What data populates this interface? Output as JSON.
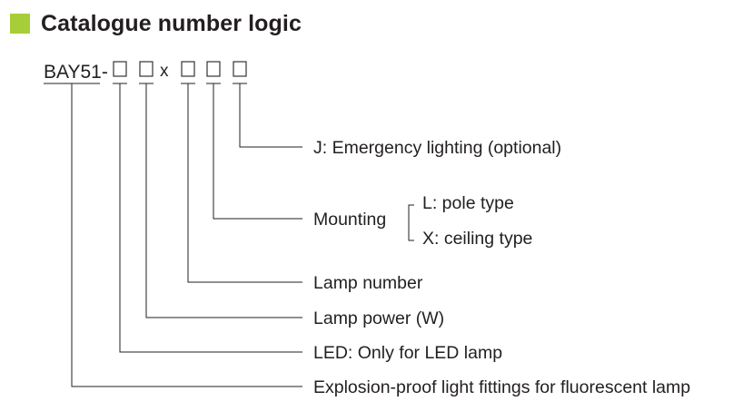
{
  "title": "Catalogue number logic",
  "accent_color": "#a6ce39",
  "code": {
    "prefix": "BAY51-",
    "separator": "x"
  },
  "labels": {
    "emergency": "J: Emergency lighting (optional)",
    "mounting": "Mounting",
    "mounting_pole": "L: pole type",
    "mounting_ceiling": "X: ceiling type",
    "lamp_number": "Lamp number",
    "lamp_power": "Lamp power (W)",
    "led": "LED: Only for LED lamp",
    "explosion_proof": "Explosion-proof light fittings for fluorescent lamp"
  }
}
